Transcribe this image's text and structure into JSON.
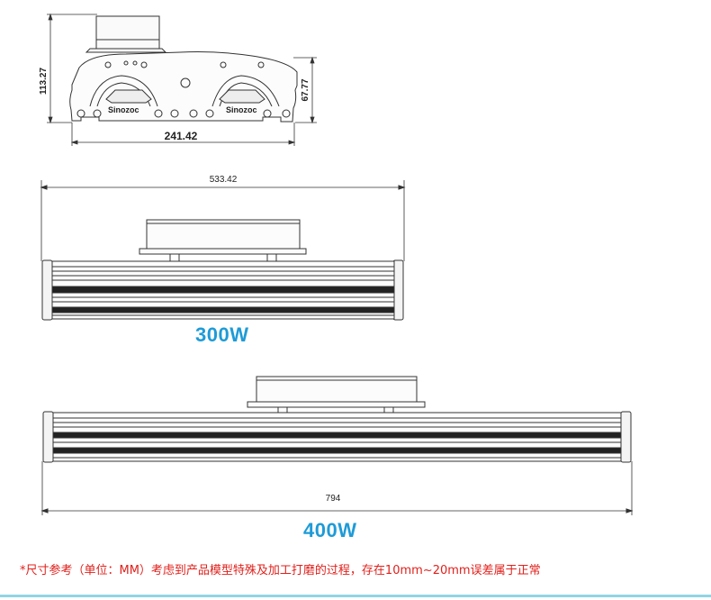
{
  "side_view": {
    "height_total": "113.27",
    "height_body": "67.77",
    "width": "241.42",
    "logo_left": "Sinozoc",
    "logo_right": "Sinozoc"
  },
  "model_300w": {
    "length": "533.42",
    "label": "300W"
  },
  "model_400w": {
    "length": "794",
    "label": "400W"
  },
  "note": "*尺寸参考（单位：MM）考虑到产品模型特殊及加工打磨的过程，存在10mm~20mm误差属于正常",
  "colors": {
    "accent_blue": "#1e9bd7",
    "note_red": "#e0201b",
    "line": "#333333"
  }
}
